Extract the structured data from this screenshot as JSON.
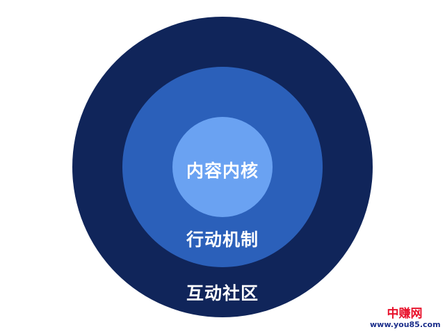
{
  "diagram": {
    "type": "concentric-circles",
    "layers": [
      {
        "level": "outer",
        "label": "互动社区",
        "color": "#10255a"
      },
      {
        "level": "middle",
        "label": "行动机制",
        "color": "#2b60ba"
      },
      {
        "level": "inner",
        "label": "内容内核",
        "color": "#6aa2f2"
      }
    ]
  },
  "watermark": {
    "name": "中赚网",
    "url": "www.you85.com"
  }
}
